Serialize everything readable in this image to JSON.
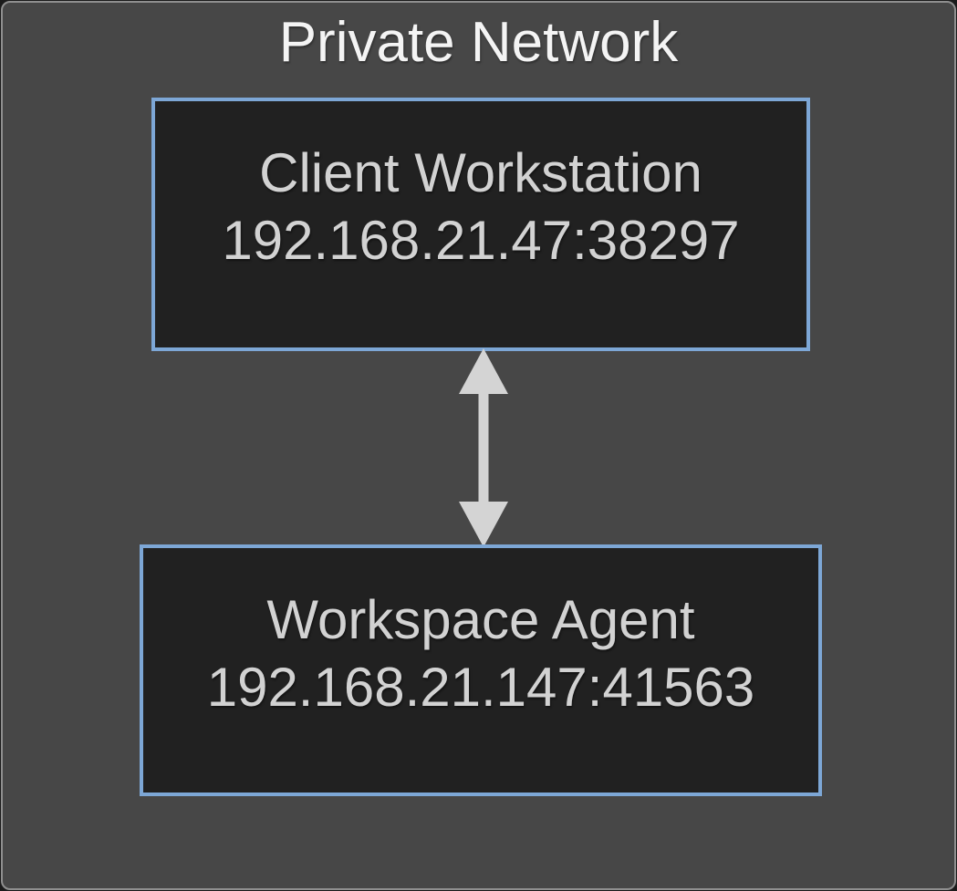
{
  "diagram": {
    "type": "network-topology",
    "container": {
      "label": "Private Network"
    },
    "nodes": [
      {
        "id": "client-workstation",
        "title": "Client Workstation",
        "address": "192.168.21.47:38297"
      },
      {
        "id": "workspace-agent",
        "title": "Workspace Agent",
        "address": "192.168.21.147:41563"
      }
    ],
    "connections": [
      {
        "from": "client-workstation",
        "to": "workspace-agent",
        "direction": "bidirectional",
        "style": "double-headed-vertical-arrow"
      }
    ],
    "colors": {
      "outer_background": "#1b1b1b",
      "container_fill": "#474747",
      "container_border": "#8f8f8f",
      "node_fill": "#212121",
      "node_border": "#7da7d6",
      "node_text": "#d2d2d2",
      "title_text": "#f4f4f4",
      "arrow": "#d4d4d4"
    }
  }
}
